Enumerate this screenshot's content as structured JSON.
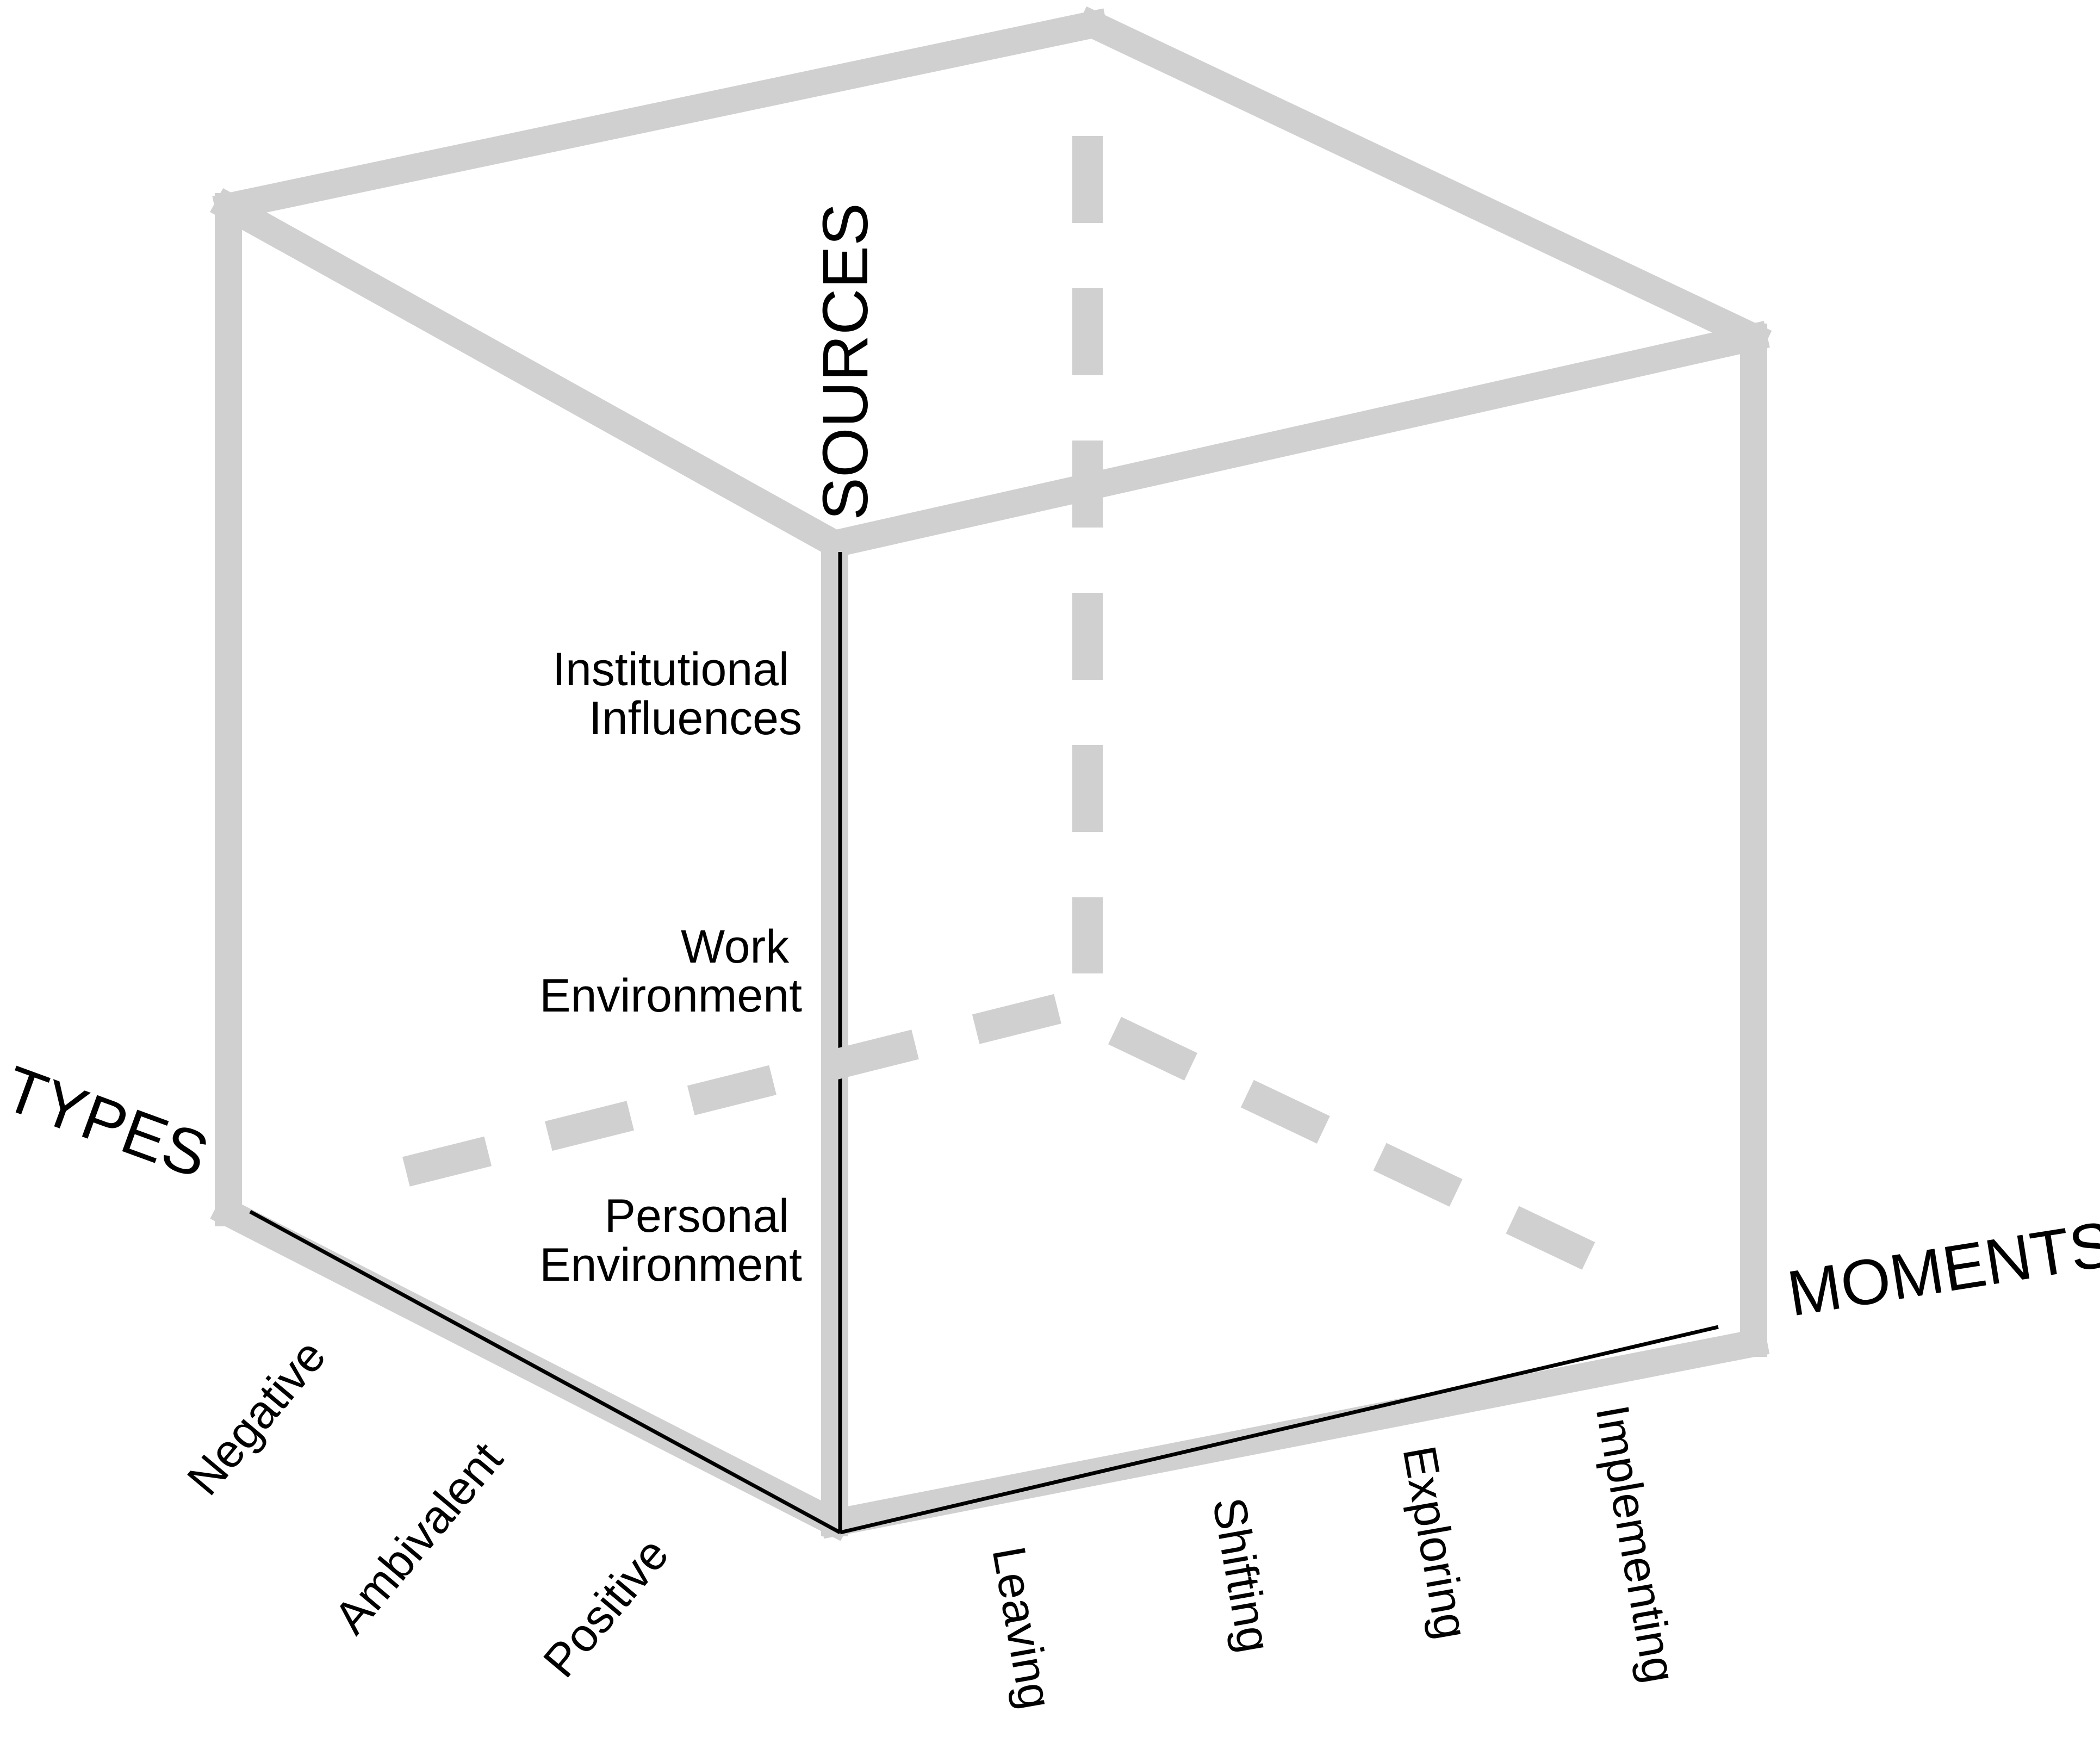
{
  "diagram": {
    "colors": {
      "frame": "#d0d0d0",
      "dashed": "#d0d0d0",
      "ink": "#000000",
      "background": "#ffffff"
    },
    "axes": {
      "sources": {
        "title": "SOURCES",
        "levels": [
          {
            "line1": "Personal",
            "line2": "Environment"
          },
          {
            "line1": "Work",
            "line2": "Environment"
          },
          {
            "line1": "Institutional",
            "line2": "Influences"
          }
        ]
      },
      "types": {
        "title": "TYPES",
        "levels": [
          "Negative",
          "Ambivalent",
          "Positive"
        ]
      },
      "moments": {
        "title": "MOMENTS",
        "levels": [
          "Leaving",
          "Shifting",
          "Exploring",
          "Implementing"
        ]
      }
    }
  }
}
